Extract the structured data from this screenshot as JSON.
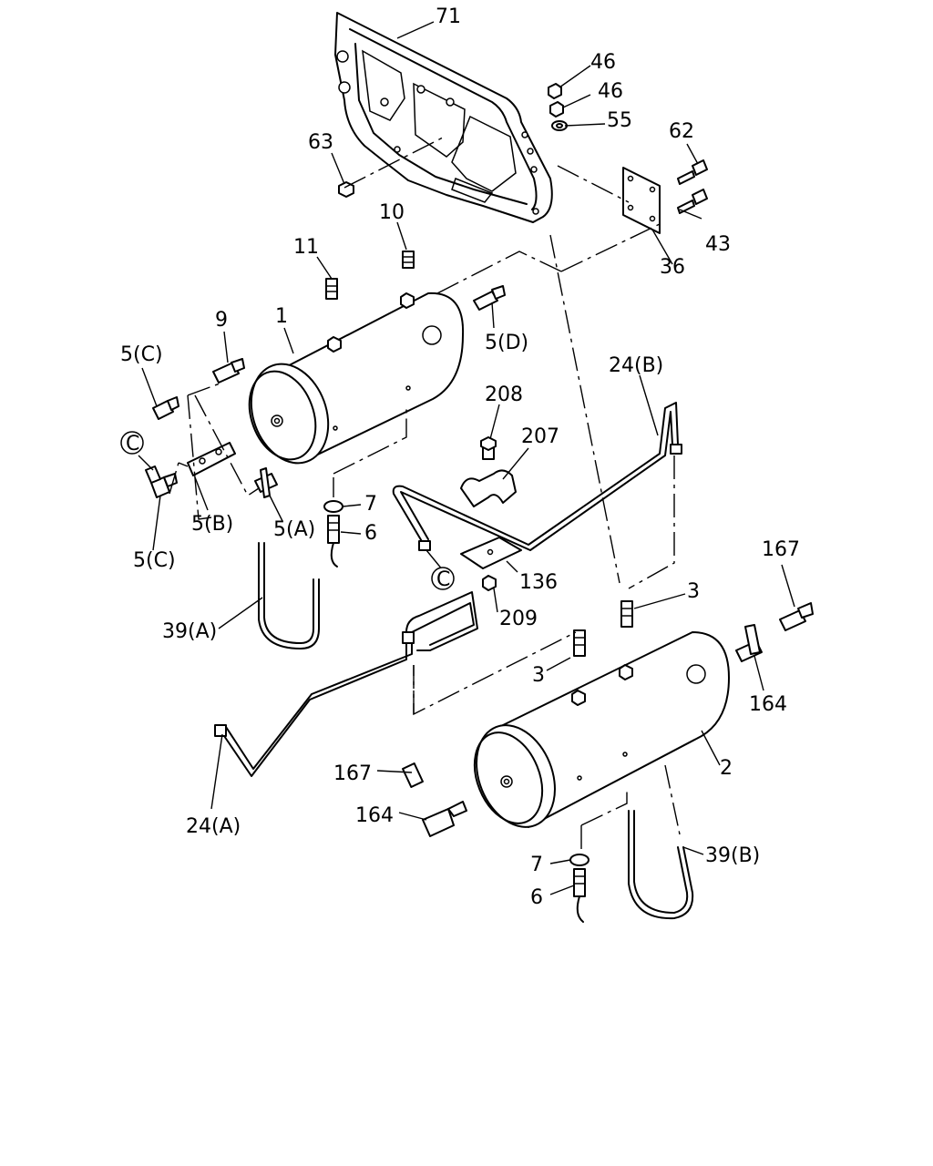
{
  "labels": {
    "l71": "71",
    "l46a": "46",
    "l46b": "46",
    "l55": "55",
    "l62": "62",
    "l63": "63",
    "l43": "43",
    "l36": "36",
    "l10": "10",
    "l11": "11",
    "l1": "1",
    "l9": "9",
    "l5c_top": "5(C)",
    "l5d": "5(D)",
    "l24b": "24(B)",
    "l208": "208",
    "l207": "207",
    "lC1": "C",
    "l7a": "7",
    "l6a": "6",
    "l5b": "5(B)",
    "l5a": "5(A)",
    "l5c_bot": "5(C)",
    "lC2": "C",
    "l136": "136",
    "l167a": "167",
    "l3a": "3",
    "l209": "209",
    "l39a": "39(A)",
    "l3b": "3",
    "l164a": "164",
    "l2": "2",
    "l167b": "167",
    "l164b": "164",
    "l24a": "24(A)",
    "l7b": "7",
    "l39b": "39(B)",
    "l6b": "6"
  }
}
